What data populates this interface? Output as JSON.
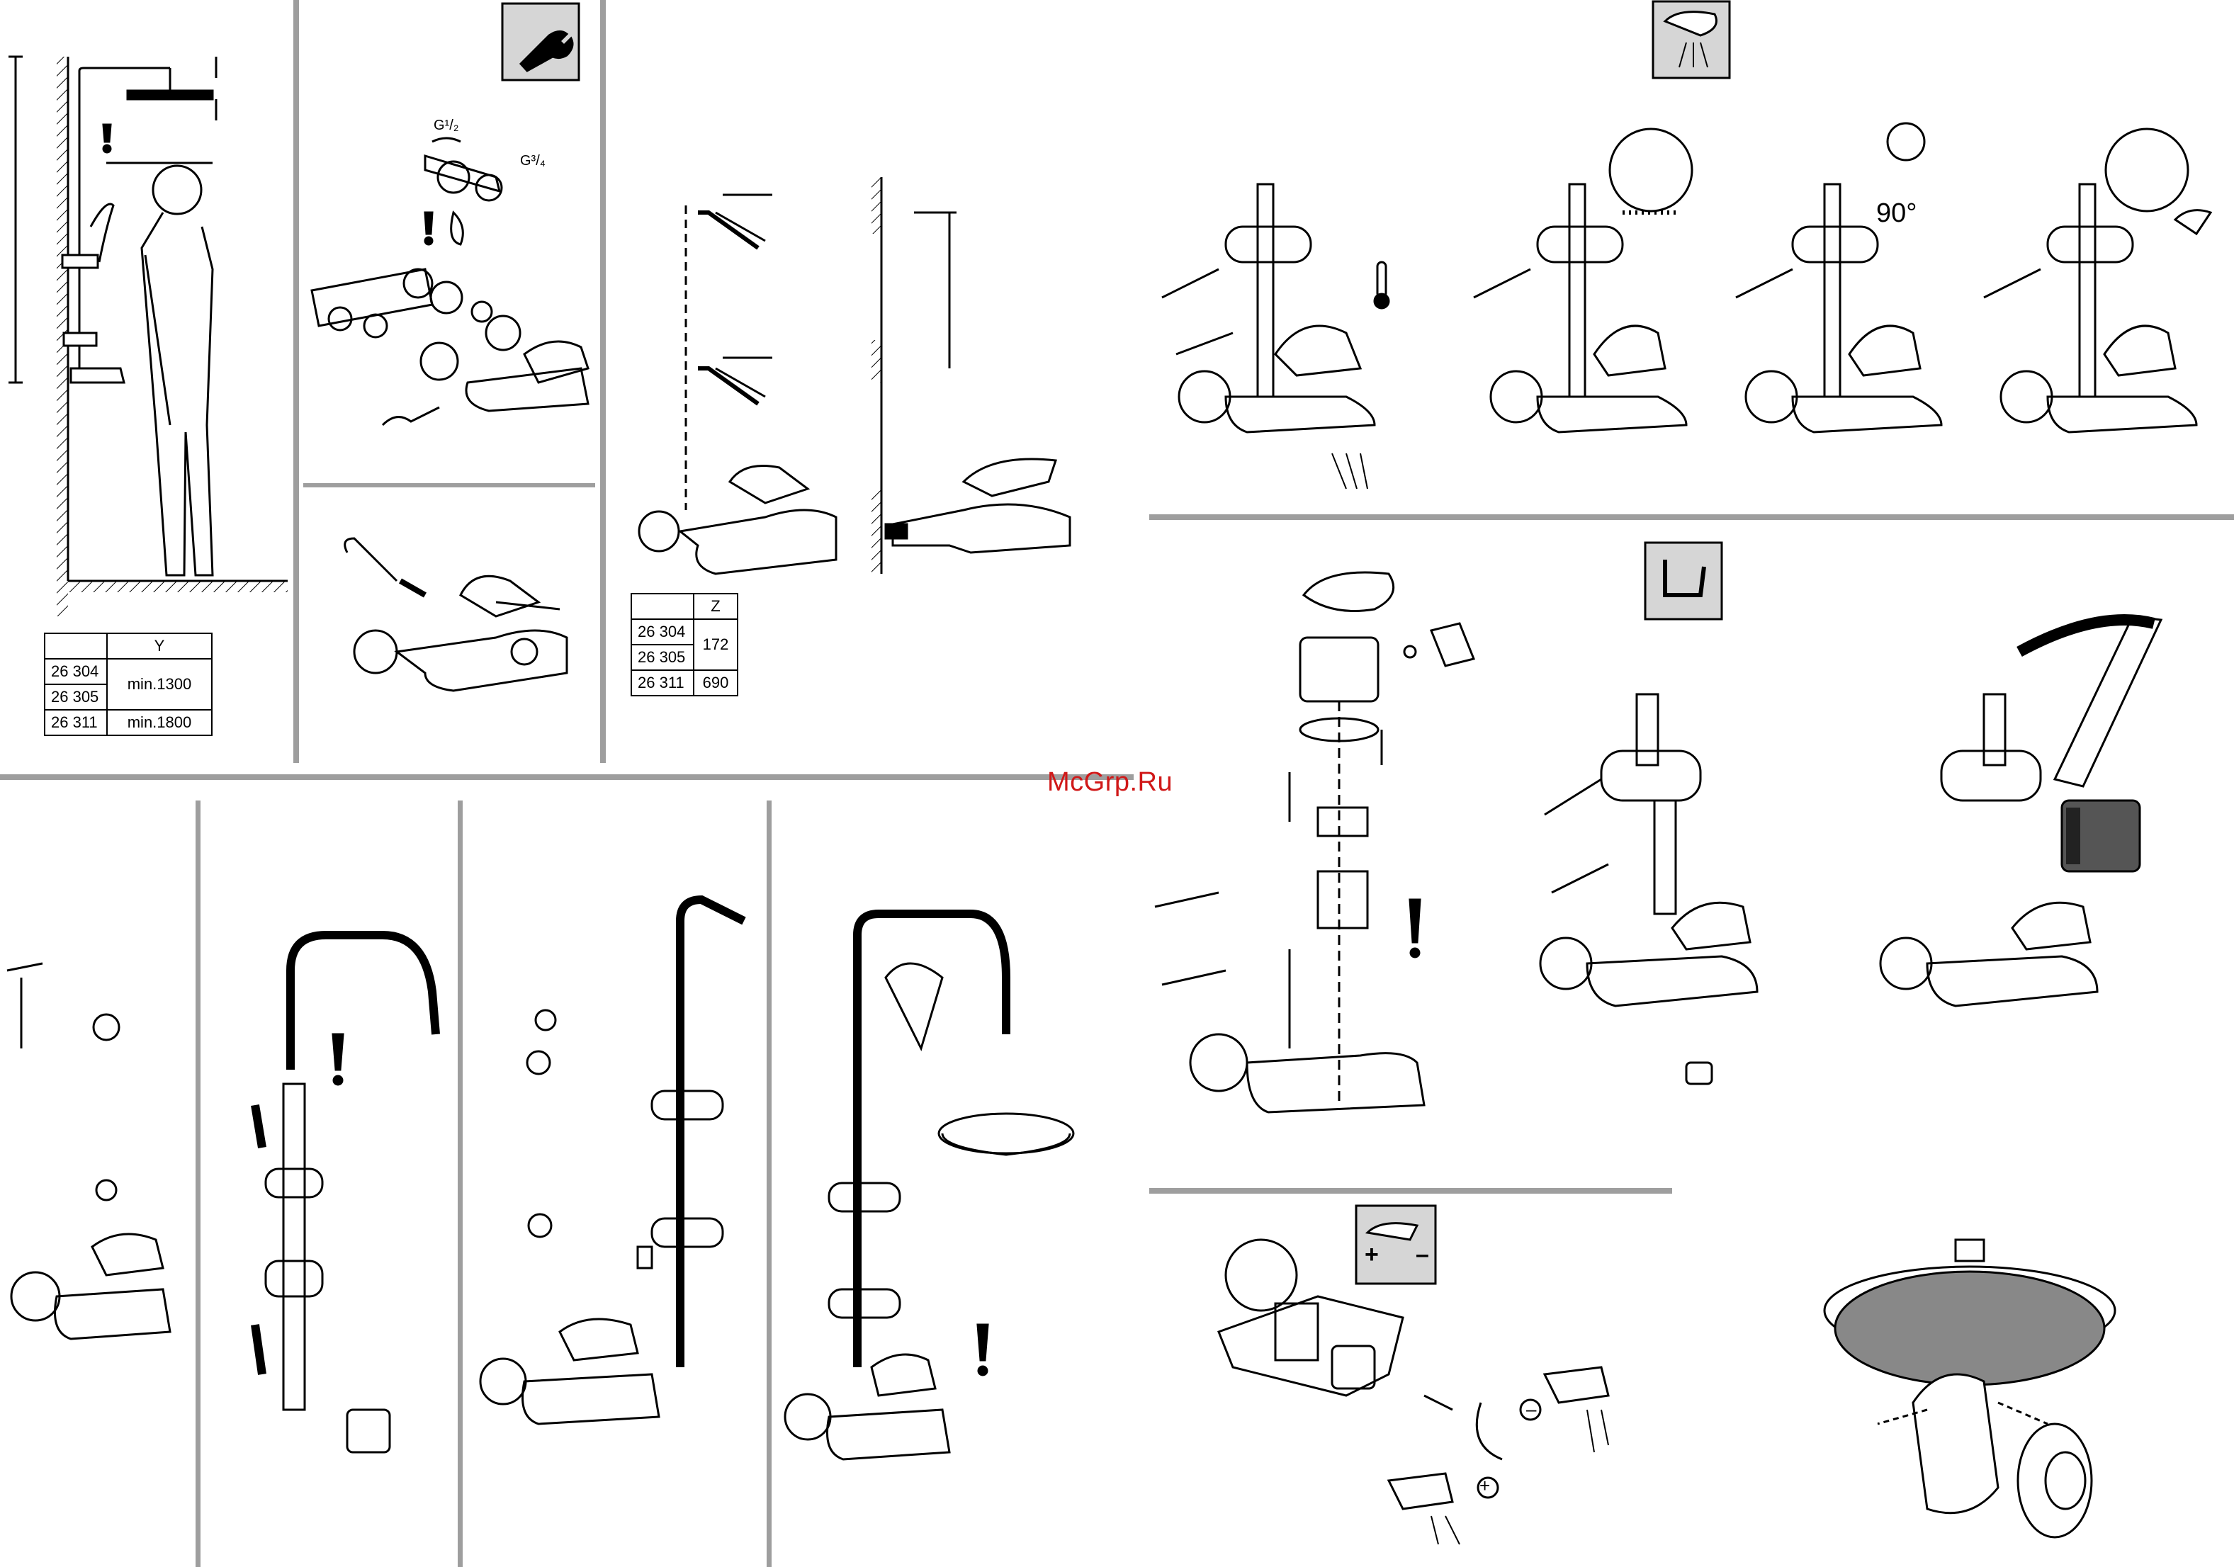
{
  "watermark": "McGrp.Ru",
  "table_y": {
    "header": [
      "",
      "Y"
    ],
    "rows": [
      {
        "model": "26 304",
        "value": "min.1300"
      },
      {
        "model": "26 305",
        "value": ""
      },
      {
        "model": "26 311",
        "value": "min.1800"
      }
    ]
  },
  "table_z": {
    "header": [
      "",
      "Z"
    ],
    "rows": [
      {
        "model": "26 304",
        "value": "172"
      },
      {
        "model": "26 305",
        "value": ""
      },
      {
        "model": "26 311",
        "value": "690"
      }
    ]
  },
  "labels": {
    "thread_half": "G¹/₂",
    "thread_three_quarter": "G³/₄",
    "rotation": "90°",
    "plus": "+",
    "minus": "–",
    "plus_minus_plus": "+",
    "plus_minus_minus": "–"
  },
  "icons": [
    "wrench-icon",
    "handshower-spray-icon",
    "hex-key-icon",
    "temperature-adjust-icon",
    "warning-icon",
    "thermometer-icon"
  ]
}
